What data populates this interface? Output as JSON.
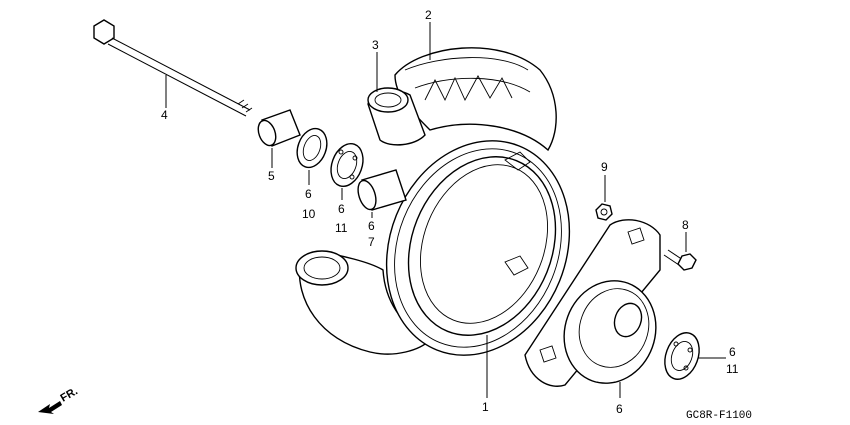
{
  "diagram": {
    "callouts": {
      "p1": "1",
      "p2": "2",
      "p3": "3",
      "p4": "4",
      "p5": "5",
      "p6a": "6",
      "p10": "10",
      "p6b": "6",
      "p11a": "11",
      "p6c": "6",
      "p7": "7",
      "p9": "9",
      "p8": "8",
      "p6d": "6",
      "p11b": "11",
      "p6e": "6"
    },
    "direction_label": "FR.",
    "figure_code": "GC8R-F1100"
  }
}
